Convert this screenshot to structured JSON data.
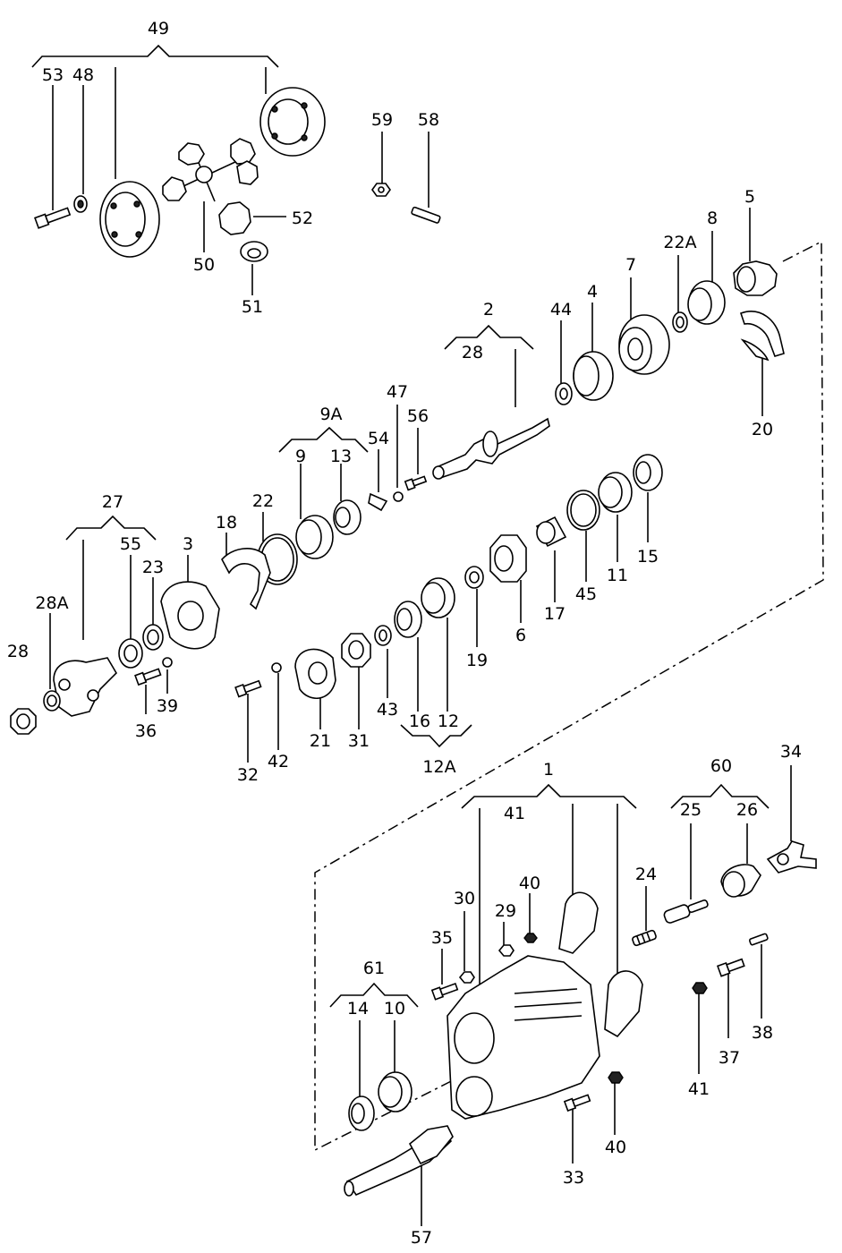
{
  "labels": {
    "49": "49",
    "53": "53",
    "48": "48",
    "50": "50",
    "52": "52",
    "51": "51",
    "59": "59",
    "58": "58",
    "2": "2",
    "28": "28",
    "44": "44",
    "4": "4",
    "7": "7",
    "22A": "22A",
    "8": "8",
    "5": "5",
    "20": "20",
    "9A": "9A",
    "9": "9",
    "13": "13",
    "47": "47",
    "54": "54",
    "56": "56",
    "27": "27",
    "55": "55",
    "23": "23",
    "3": "3",
    "18": "18",
    "22": "22",
    "28A": "28A",
    "36": "36",
    "39": "39",
    "32": "32",
    "42": "42",
    "21": "21",
    "31": "31",
    "43": "43",
    "16": "16",
    "12": "12",
    "12A": "12A",
    "19": "19",
    "6": "6",
    "17": "17",
    "45": "45",
    "11": "11",
    "15": "15",
    "1": "1",
    "41": "41",
    "60": "60",
    "34": "34",
    "25": "25",
    "26": "26",
    "24": "24",
    "30": "30",
    "40": "40",
    "29": "29",
    "35": "35",
    "61": "61",
    "14": "14",
    "10": "10",
    "33": "33",
    "57": "57",
    "37": "37",
    "38": "38"
  }
}
